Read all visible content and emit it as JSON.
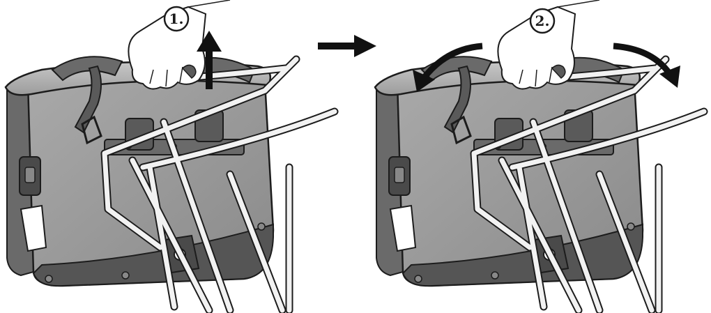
{
  "steps": [
    {
      "label": "1.",
      "action": "lift-up"
    },
    {
      "label": "2.",
      "action": "rotate-out"
    }
  ],
  "colors": {
    "bag_body": "#9a9a9a",
    "bag_side": "#6e6e6e",
    "bag_dark": "#4a4a4a",
    "bag_lid": "#b8b8b8",
    "rack": "#f2f2f2",
    "outline": "#1c1c1c",
    "arrow": "#111111",
    "hand": "#ffffff"
  },
  "icons": {
    "step1_arrow": "arrow-up-icon",
    "between_steps": "arrow-right-icon",
    "step2_arrows": "curved-arrow-icon"
  }
}
